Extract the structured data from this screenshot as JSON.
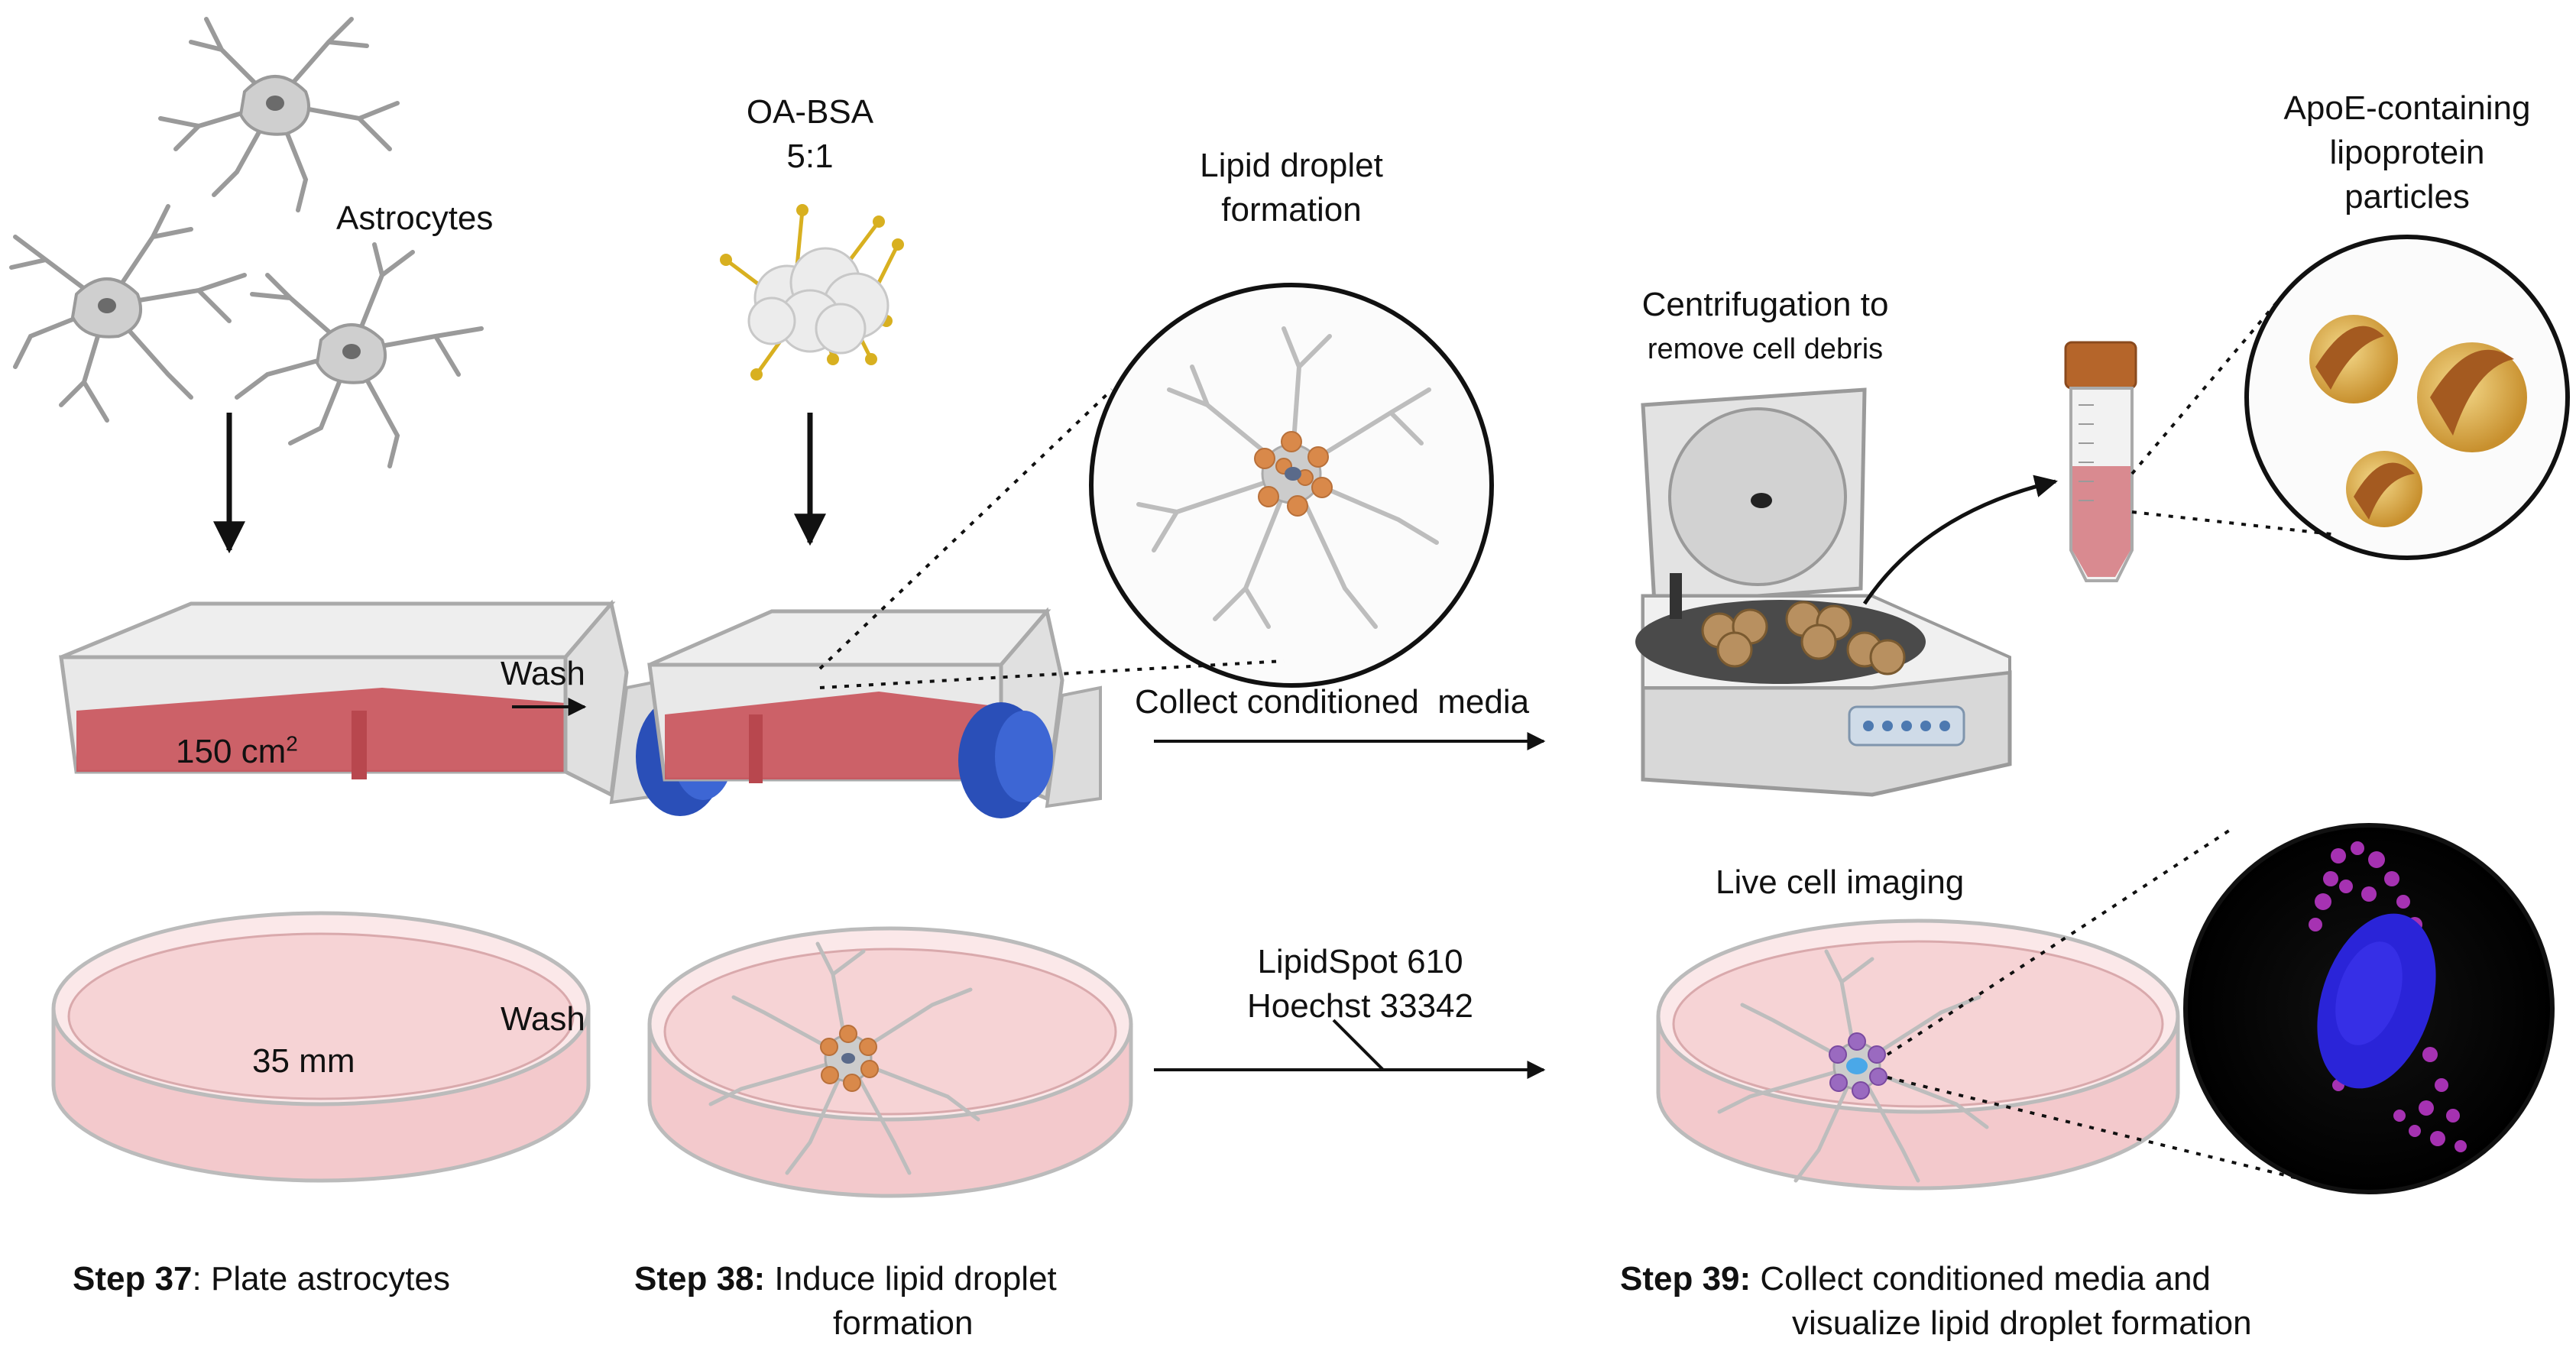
{
  "labels": {
    "astrocytes": "Astrocytes",
    "oa_bsa_line1": "OA-BSA",
    "oa_bsa_line2": "5:1",
    "lipid_droplet_line1": "Lipid droplet",
    "lipid_droplet_line2": "formation",
    "centrifugation_line1": "Centrifugation to",
    "centrifugation_line2": "remove cell debris",
    "apoe_line1": "ApoE-containing",
    "apoe_line2": "lipoprotein",
    "apoe_line3": "particles",
    "wash_top": "Wash",
    "wash_bottom": "Wash",
    "flask_area": "150 cm",
    "flask_area_sup": "2",
    "dish_size": "35 mm",
    "collect_media": "Collect conditioned  media",
    "stain_line1": "LipidSpot 610",
    "stain_line2": "Hoechst 33342",
    "live_imaging": "Live cell imaging"
  },
  "steps": [
    {
      "number": "Step 37",
      "sep": ": ",
      "text_line1": "Plate astrocytes",
      "text_line2": ""
    },
    {
      "number": "Step 38:",
      "sep": " ",
      "text_line1": "Induce lipid droplet",
      "text_line2": "formation"
    },
    {
      "number": "Step 39:",
      "sep": " ",
      "text_line1": "Collect conditioned media and",
      "text_line2": "visualize lipid droplet formation"
    }
  ],
  "colors": {
    "media_red": "#c9555c",
    "dish_pink": "#f3c9cc",
    "cap_blue": "#2a4fb8",
    "tube_cap": "#b5652a",
    "droplet_orange": "#d9894a",
    "lipoprotein_gold": "#d8a84a",
    "nucleus_blue": "#2a24d8",
    "lipid_magenta": "#c23ad0",
    "cell_grey": "#bdbdbd",
    "oa_yellow": "#d8b020"
  }
}
